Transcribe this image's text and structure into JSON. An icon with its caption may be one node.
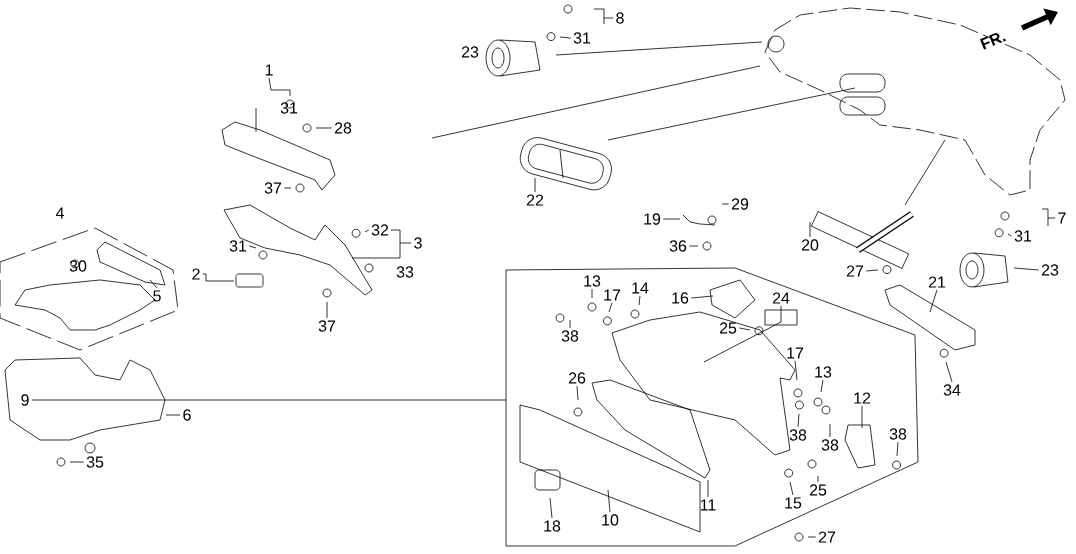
{
  "diagram": {
    "nodes": [
      {
        "text": [
          "8"
        ]
      },
      {
        "text": [
          "31"
        ]
      },
      {
        "text": [
          "1"
        ]
      },
      {
        "text": [
          "28"
        ]
      },
      {
        "text": [
          "37"
        ]
      },
      {
        "text": [
          "22"
        ]
      },
      {
        "text": [
          "29"
        ]
      },
      {
        "text": [
          "19"
        ]
      },
      {
        "text": [
          "7"
        ]
      },
      {
        "text": [
          "32"
        ]
      },
      {
        "text": [
          "3"
        ]
      },
      {
        "text": [
          "31"
        ]
      },
      {
        "text": [
          "36"
        ]
      },
      {
        "text": [
          "20"
        ]
      },
      {
        "text": [
          "31"
        ]
      },
      {
        "text": [
          "2"
        ]
      },
      {
        "text": [
          "27"
        ]
      },
      {
        "text": [
          "23"
        ]
      },
      {
        "text": [
          "21"
        ]
      },
      {
        "text": [
          "13"
        ]
      },
      {
        "text": [
          "14"
        ]
      },
      {
        "text": [
          "17"
        ]
      },
      {
        "text": [
          "5"
        ]
      },
      {
        "text": [
          "16"
        ]
      },
      {
        "text": [
          "24"
        ]
      },
      {
        "text": [
          "25"
        ]
      },
      {
        "text": [
          "38"
        ]
      },
      {
        "text": [
          "37"
        ]
      },
      {
        "text": [
          "17"
        ]
      },
      {
        "text": [
          "13"
        ]
      },
      {
        "text": [
          "26"
        ]
      },
      {
        "text": [
          "34"
        ]
      },
      {
        "text": [
          "9"
        ]
      },
      {
        "text": [
          "12"
        ]
      },
      {
        "text": [
          "6"
        ]
      },
      {
        "text": [
          "38"
        ]
      },
      {
        "text": [
          "38"
        ]
      },
      {
        "text": [
          "38"
        ]
      },
      {
        "text": [
          "35"
        ]
      },
      {
        "text": [
          "25"
        ]
      },
      {
        "text": [
          "15"
        ]
      },
      {
        "text": [
          "11"
        ]
      },
      {
        "text": [
          "10"
        ]
      },
      {
        "text": [
          "18"
        ]
      },
      {
        "text": [
          "27"
        ]
      }
    ],
    "edges": [
      {
        "from": 0,
        "to": null,
        "arrow": "none"
      },
      {
        "from": 1,
        "to": null,
        "arrow": "none"
      },
      {
        "from": 2,
        "to": null,
        "arrow": "none"
      },
      {
        "from": 3,
        "to": null,
        "arrow": "none"
      },
      {
        "from": 4,
        "to": null,
        "arrow": "none"
      },
      {
        "from": 5,
        "to": null,
        "arrow": "none"
      },
      {
        "from": 6,
        "to": null,
        "arrow": "none"
      },
      {
        "from": 7,
        "to": null,
        "arrow": "none"
      },
      {
        "from": 8,
        "to": null,
        "arrow": "none"
      },
      {
        "from": 9,
        "to": null,
        "arrow": "none"
      },
      {
        "from": 10,
        "to": null,
        "arrow": "none"
      },
      {
        "from": 11,
        "to": null,
        "arrow": "none"
      },
      {
        "from": 12,
        "to": null,
        "arrow": "none"
      },
      {
        "from": 13,
        "to": null,
        "arrow": "none"
      },
      {
        "from": 14,
        "to": null,
        "arrow": "none"
      },
      {
        "from": 15,
        "to": null,
        "arrow": "none"
      },
      {
        "from": 16,
        "to": null,
        "arrow": "none"
      },
      {
        "from": 17,
        "to": null,
        "arrow": "none"
      },
      {
        "from": 18,
        "to": null,
        "arrow": "none"
      },
      {
        "from": 19,
        "to": null,
        "arrow": "none"
      },
      {
        "from": 20,
        "to": null,
        "arrow": "none"
      },
      {
        "from": 21,
        "to": null,
        "arrow": "none"
      },
      {
        "from": 22,
        "to": null,
        "arrow": "none"
      },
      {
        "from": 23,
        "to": null,
        "arrow": "none"
      },
      {
        "from": 24,
        "to": null,
        "arrow": "none"
      },
      {
        "from": 25,
        "to": null,
        "arrow": "none"
      },
      {
        "from": 26,
        "to": null,
        "arrow": "none"
      },
      {
        "from": 27,
        "to": null,
        "arrow": "none"
      },
      {
        "from": 28,
        "to": null,
        "arrow": "none"
      },
      {
        "from": 29,
        "to": null,
        "arrow": "none"
      },
      {
        "from": 30,
        "to": null,
        "arrow": "none"
      },
      {
        "from": 31,
        "to": null,
        "arrow": "none"
      },
      {
        "from": 32,
        "to": null,
        "arrow": "none"
      },
      {
        "from": 33,
        "to": null,
        "arrow": "none"
      },
      {
        "from": 34,
        "to": null,
        "arrow": "none"
      },
      {
        "from": 35,
        "to": null,
        "arrow": "none"
      },
      {
        "from": 36,
        "to": null,
        "arrow": "none"
      },
      {
        "from": 37,
        "to": null,
        "arrow": "none"
      },
      {
        "from": 38,
        "to": null,
        "arrow": "none"
      },
      {
        "from": 39,
        "to": null,
        "arrow": "none"
      },
      {
        "from": 40,
        "to": null,
        "arrow": "none"
      },
      {
        "from": 41,
        "to": null,
        "arrow": "none"
      },
      {
        "from": 42,
        "to": null,
        "arrow": "none"
      },
      {
        "from": 43,
        "to": null,
        "arrow": "none"
      },
      {
        "from": 44,
        "to": null,
        "arrow": "none"
      }
    ],
    "labels": [
      "23",
      "FR.",
      "31",
      "4",
      "30",
      "33"
    ]
  }
}
